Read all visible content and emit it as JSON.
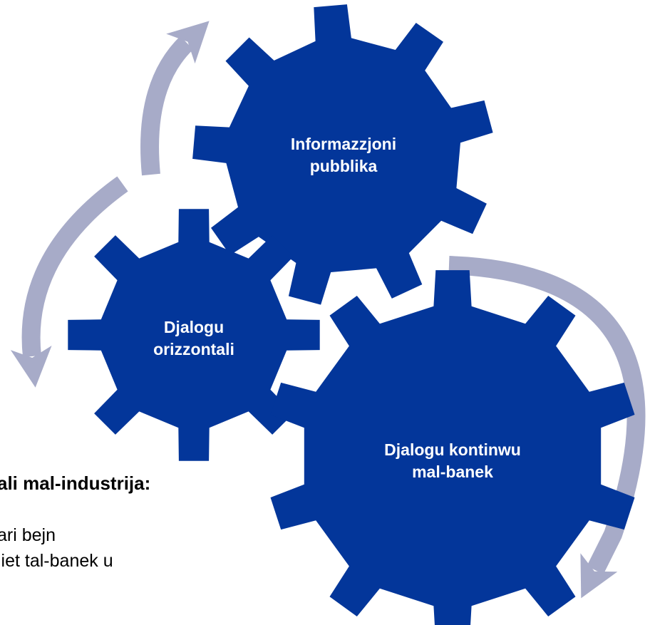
{
  "colors": {
    "gear": "#03369a",
    "arrow": "#a7abc8",
    "text_on_gear": "#ffffff"
  },
  "gears": [
    {
      "id": "info",
      "label": "Informazzjoni\npubblika"
    },
    {
      "id": "horiz",
      "label": "Djalogu\norizzontali"
    },
    {
      "id": "cont",
      "label": "Djalogu kontinwu\nmal-banek"
    }
  ],
  "background_text": {
    "heading": "ali mal-industrija:",
    "line_1": "ari bejn",
    "line_2": "jiet tal-banek u"
  }
}
